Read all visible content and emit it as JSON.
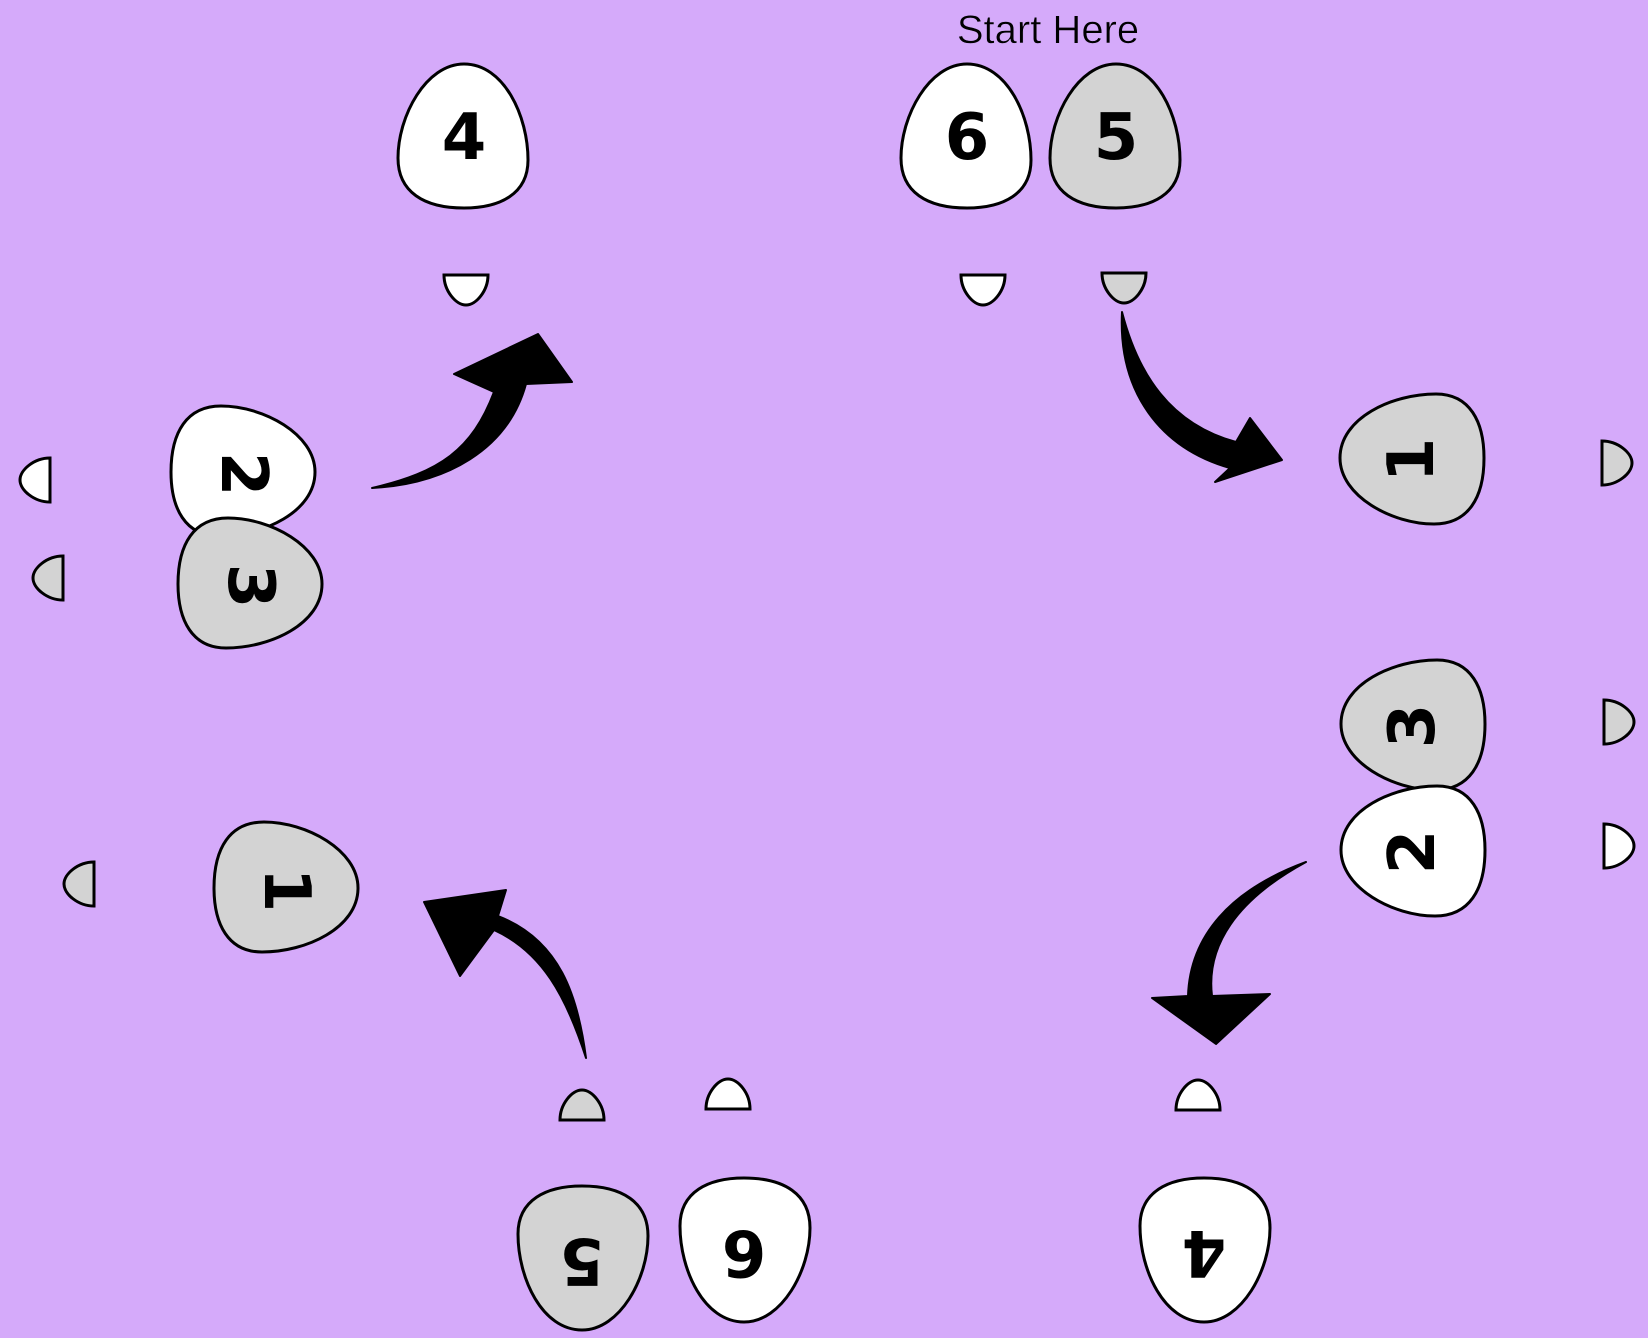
{
  "start_label": "Start Here",
  "colors": {
    "background": "#d5aafa",
    "left_foot": "#ffffff",
    "right_foot": "#d3d3d3",
    "outline": "#000000",
    "arrow": "#000000"
  },
  "footprints": [
    {
      "id": "top-6",
      "label": "6",
      "foot": "left"
    },
    {
      "id": "top-5",
      "label": "5",
      "foot": "right"
    },
    {
      "id": "top-4",
      "label": "4",
      "foot": "left"
    },
    {
      "id": "right-1",
      "label": "1",
      "foot": "right"
    },
    {
      "id": "right-3",
      "label": "3",
      "foot": "right"
    },
    {
      "id": "right-2",
      "label": "2",
      "foot": "left"
    },
    {
      "id": "left-2",
      "label": "2",
      "foot": "left"
    },
    {
      "id": "left-3",
      "label": "3",
      "foot": "right"
    },
    {
      "id": "left-1",
      "label": "1",
      "foot": "right"
    },
    {
      "id": "bottom-5",
      "label": "5",
      "foot": "right"
    },
    {
      "id": "bottom-6",
      "label": "6",
      "foot": "left"
    },
    {
      "id": "bottom-4",
      "label": "4",
      "foot": "left"
    }
  ],
  "arrows": [
    {
      "id": "arrow-top-right",
      "icon": "curved-arrow-icon"
    },
    {
      "id": "arrow-bottom-right",
      "icon": "curved-arrow-icon"
    },
    {
      "id": "arrow-bottom-left",
      "icon": "curved-arrow-icon"
    },
    {
      "id": "arrow-top-left",
      "icon": "curved-arrow-icon"
    }
  ]
}
